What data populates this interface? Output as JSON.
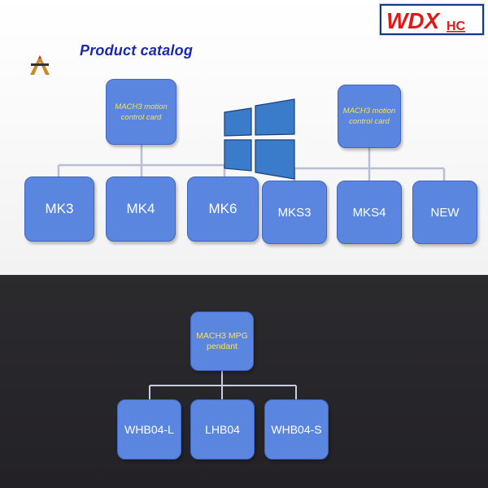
{
  "title": "Product catalog",
  "logo": {
    "main_text": "WDX",
    "sub_text": "HC"
  },
  "colors": {
    "node_fill": "#5b86e0",
    "node_border": "#3f66c4",
    "parent_text": "#f4e06a",
    "title_text": "#1a2aa8",
    "dark_bg": "#2b2a2d"
  },
  "icons": [
    "small-tool-logo-icon",
    "windows-logo-icon"
  ],
  "groups": {
    "motion_card_left": {
      "parent": {
        "line1": "MACH3 motion",
        "line2": "control card"
      },
      "children": [
        "MK3",
        "MK4",
        "MK6"
      ]
    },
    "motion_card_right": {
      "parent": {
        "line1": "MACH3 motion",
        "line2": "control card"
      },
      "children": [
        "MKS3",
        "MKS4",
        "NEW"
      ]
    },
    "pendant": {
      "parent": {
        "line1": "MACH3 MPG",
        "line2": "pendant"
      },
      "children": [
        "WHB04-L",
        "LHB04",
        "WHB04-S"
      ]
    }
  }
}
